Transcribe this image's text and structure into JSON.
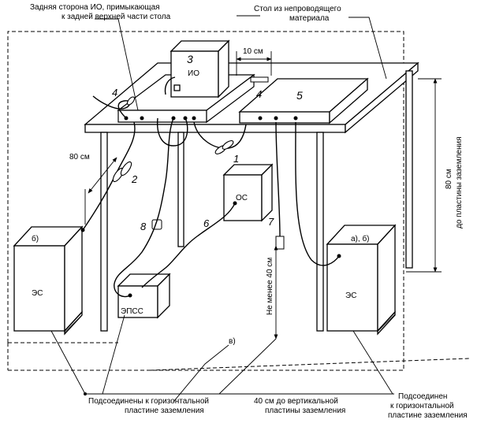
{
  "labels": {
    "top_left_line1": "Задняя сторона ИО, примыкающая",
    "top_left_line2": "к задней верхней части стола",
    "top_right_line1": "Стол из непроводящего",
    "top_right_line2": "материала",
    "dim_10cm": "10 см",
    "dim_80cm_left": "80 см",
    "dim_80cm_right_line1": "80 см",
    "dim_80cm_right_line2": "до пластины заземления",
    "dim_40cm_vertical": "Не менее 40 см",
    "marker_v": "в)",
    "bottom_left_line1": "Подсоединены к горизонтальной",
    "bottom_left_line2": "пластине заземления",
    "bottom_mid_line1": "40 см до вертикальной",
    "bottom_mid_line2": "пластины заземления",
    "bottom_right_line1": "Подсоединен",
    "bottom_right_line2": "к горизонтальной",
    "bottom_right_line3": "пластине заземления"
  },
  "boxes": {
    "io": "ИО",
    "os": "ОС",
    "es_left": "ЭС",
    "es_right": "ЭС",
    "epss": "ЭПСС",
    "es_left_tag": "б)",
    "es_right_tag": "а), б)"
  },
  "numbers": {
    "n1": "1",
    "n2": "2",
    "n3": "3",
    "n4a": "4",
    "n4b": "4",
    "n5": "5",
    "n6": "6",
    "n7": "7",
    "n8": "8"
  }
}
